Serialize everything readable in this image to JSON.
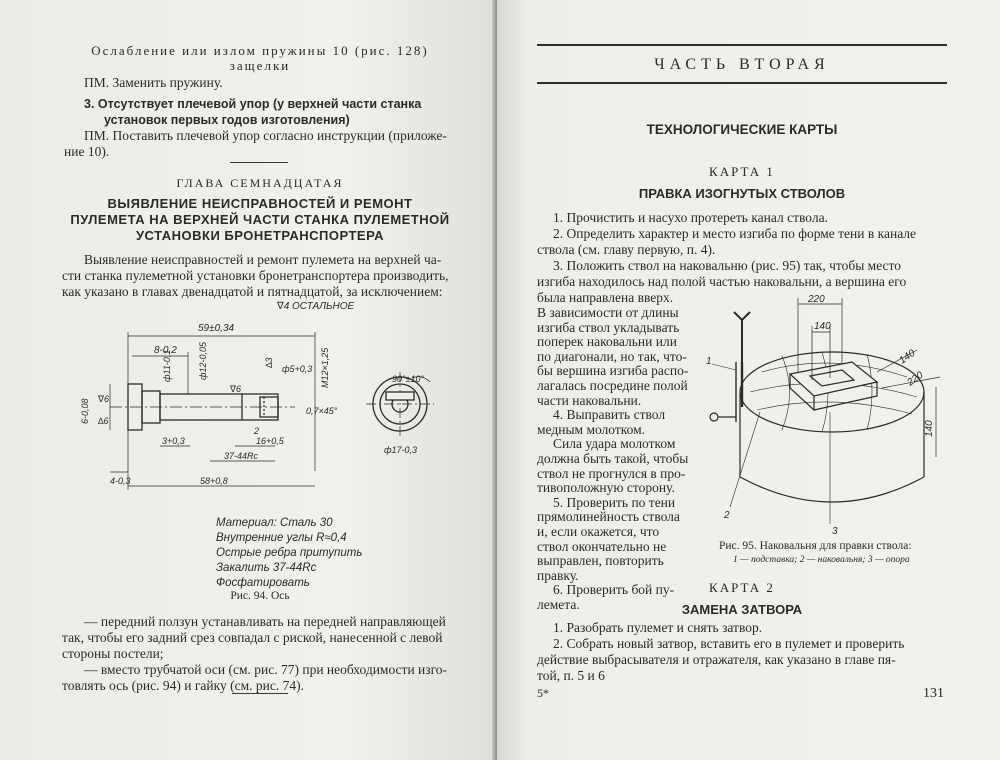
{
  "left_page": {
    "spring_heading_line1": "Ослабление или излом пружины 10 (рис. 128)",
    "spring_heading_line2": "защелки",
    "pm1": "ПМ. Заменить пружину.",
    "item3_line1": "3. Отсутствует плечевой упор (у верхней части станка",
    "item3_line2": "установок первых годов изготовления)",
    "pm2_line1": "ПМ. Поставить плечевой упор согласно инструкции (приложе-",
    "pm2_line2": "ние 10).",
    "chapter_label": "ГЛАВА СЕМНАДЦАТАЯ",
    "chapter_title_line1": "ВЫЯВЛЕНИЕ НЕИСПРАВНОСТЕЙ И РЕМОНТ",
    "chapter_title_line2": "ПУЛЕМЕТА НА ВЕРХНЕЙ ЧАСТИ СТАНКА ПУЛЕМЕТНОЙ",
    "chapter_title_line3": "УСТАНОВКИ БРОНЕТРАНСПОРТЕРА",
    "intro_line1": "Выявление неисправностей и ремонт пулемета на верхней ча-",
    "intro_line2": "сти станка пулеметной установки бронетранспортера производить,",
    "intro_line3": "как указано в главах двенадцатой и пятнадцатой, за исключением:",
    "figure94": {
      "roughness_note": "∇4 ОСТАЛЬНОЕ",
      "dim_59": "59±0,34",
      "dim_8": "8-0,2",
      "dim_d11": "ф11-0,1",
      "dim_d12": "ф12-0,05",
      "dim_d5": "ф5+0,3",
      "dim_m12": "М12×1,25",
      "dim_delta3": "∆3",
      "dim_6": "6-0,08",
      "dim_v6a": "∇6",
      "dim_v6b": "∇6",
      "dim_delta6": "∆6",
      "dim_chamfer": "0,7×45°",
      "dim_2": "2",
      "dim_3": "3+0,3",
      "dim_16": "16+0,5",
      "dim_hrc": "37-44Rc",
      "dim_4": "4-0,3",
      "dim_58": "58+0,8",
      "dim_angle": "90°±10°",
      "dim_d17": "ф17-0,3",
      "notes": [
        "Материал: Сталь 30",
        "Внутренние углы R≈0,4",
        "Острые ребра притупить",
        "Закалить 37-44Rc",
        "Фосфатировать"
      ],
      "caption": "Рис. 94. Ось"
    },
    "bottom_line1": "— передний ползун устанавливать на передней направляющей",
    "bottom_line2": "так, чтобы его задний срез совпадал с риской, нанесенной с левой",
    "bottom_line3": "стороны постели;",
    "bottom_line4": "— вместо трубчатой оси (см. рис. 77) при необходимости изго-",
    "bottom_line5": "товлять ось (рис. 94) и гайку (см. рис. 74)."
  },
  "right_page": {
    "part_title": "ЧАСТЬ ВТОРАЯ",
    "section_title": "ТЕХНОЛОГИЧЕСКИЕ КАРТЫ",
    "card1_label": "КАРТА 1",
    "card1_title": "ПРАВКА ИЗОГНУТЫХ СТВОЛОВ",
    "c1_s1": "1. Прочистить и насухо протереть канал ствола.",
    "c1_s2_line1": "2. Определить характер и место изгиба по форме тени в канале",
    "c1_s2_line2": "ствола (см. главу первую, п. 4).",
    "c1_s3_line1": "3. Положить ствол на наковальню (рис. 95) так, чтобы место",
    "c1_s3_line2": "изгиба находилось над полой частью наковальни, а вершина его",
    "c1_s3_line3": "была направлена вверх.",
    "c1_col": [
      "В зависимости от длины",
      "изгиба ствол укладывать",
      "поперек наковальни или",
      "по диагонали, но так, что-",
      "бы вершина изгиба распо-",
      "лагалась посредине полой",
      "части наковальни.",
      "4. Выправить ствол",
      "медным молотком.",
      "Сила удара молотком",
      "должна быть такой, чтобы",
      "ствол не прогнулся в про-",
      "тивоположную сторону.",
      "5. Проверить по тени",
      "прямолинейность ствола",
      "и, если окажется, что",
      "ствол окончательно не",
      "выправлен, повторить",
      "правку.",
      "6. Проверить бой пу-",
      "лемета."
    ],
    "figure95": {
      "dim_220_top": "220",
      "dim_140_top": "140",
      "dim_140_side": "140",
      "dim_220_side": "220",
      "dim_140_vert": "140",
      "label_1": "1",
      "label_2": "2",
      "label_3": "3",
      "caption": "Рис. 95. Наковальня для правки ствола:",
      "legend": "1 — подставка; 2 — наковальня; 3 — опора"
    },
    "card2_label": "КАРТА 2",
    "card2_title": "ЗАМЕНА ЗАТВОРА",
    "c2_s1": "1. Разобрать пулемет и снять затвор.",
    "c2_s2_line1": "2. Собрать новый затвор, вставить его в пулемет и проверить",
    "c2_s2_line2": "действие выбрасывателя и отражателя, как указано в главе пя-",
    "c2_s2_line3": "той, п. 5 и 6",
    "signature": "5*",
    "page_number": "131"
  }
}
